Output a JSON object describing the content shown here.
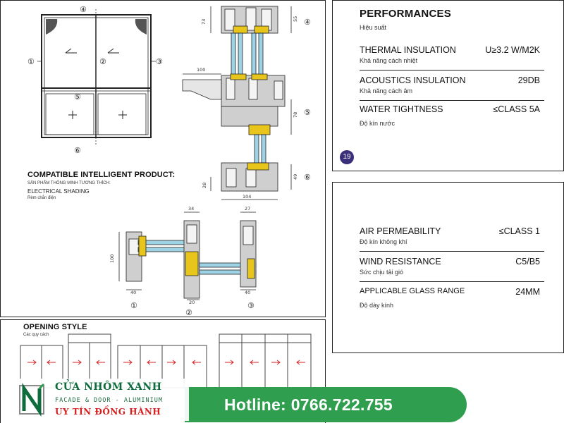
{
  "drawing": {
    "compatible_title": "COMPATIBLE INTELLIGENT PRODUCT:",
    "compatible_sub": "SẢN PHẨM THÔNG MINH TƯƠNG THÍCH:",
    "electrical_title": "ELECTRICAL SHADING",
    "electrical_sub": "Rèm chắn điện",
    "markers": [
      "④",
      "①",
      "②",
      "③",
      "⑤",
      "⑥"
    ],
    "dims_section": [
      "73",
      "55",
      "100",
      "78",
      "49",
      "28",
      "104"
    ],
    "dims_plan": [
      "34",
      "27",
      "100",
      "40",
      "20",
      "40"
    ],
    "plan_markers": [
      "①",
      "②",
      "③"
    ]
  },
  "performance": {
    "title": "PERFORMANCES",
    "subtitle": "Hiệu suất",
    "rows": [
      {
        "label": "THERMAL INSULATION",
        "value": "U≥3.2 W/M2K",
        "sub": "Khả năng cách nhiệt"
      },
      {
        "label": "ACOUSTICS INSULATION",
        "value": "29DB",
        "sub": "Khả năng cách âm"
      },
      {
        "label": "WATER TIGHTNESS",
        "value": "≤CLASS 5A",
        "sub": "Độ kín nước"
      }
    ],
    "page_number": "19"
  },
  "performance2": {
    "rows": [
      {
        "label": "AIR PERMEABILITY",
        "value": "≤CLASS 1",
        "sub": "Độ kín không khí"
      },
      {
        "label": "WIND RESISTANCE",
        "value": "C5/B5",
        "sub": "Sức chịu tải gió"
      },
      {
        "label": "APPLICABLE GLASS RANGE",
        "value": "24MM",
        "sub": "Độ dày kính"
      }
    ]
  },
  "opening": {
    "title": "OPENING STYLE",
    "subtitle": "Các quy cách"
  },
  "banner": {
    "brand_name": "CỬA NHÔM XANH",
    "brand_tagline": "FACADE & DOOR - ALUMINIUM",
    "brand_slogan": "UY TÍN ĐỒNG HÀNH",
    "hotline": "Hotline: 0766.722.755"
  },
  "colors": {
    "brand_green": "#2f9e4f",
    "brand_dark_green": "#0e6b3c",
    "slogan_red": "#d41f1f",
    "badge_purple": "#3a2f7a",
    "glass_blue": "#9ed3e6",
    "gasket_yellow": "#e8c51a"
  }
}
